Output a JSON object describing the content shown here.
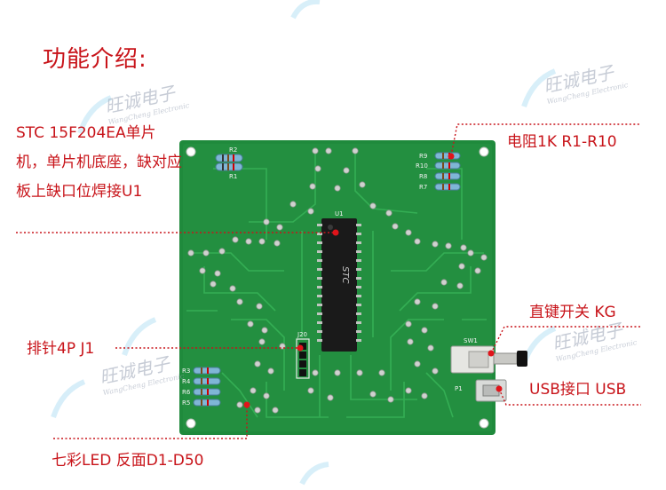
{
  "title": "功能介绍:",
  "labels": {
    "mcu": "STC 15F204EA单片机，单片机底座，缺对应板上缺口位焊接U1",
    "resistor": "电阻1K R1-R10",
    "switch": "直键开关 KG",
    "usb": "USB接口 USB",
    "header": "排针4P J1",
    "led": "七彩LED 反面D1-D50"
  },
  "watermark": {
    "brand": "旺诚电子",
    "sub": "WangCheng Electronic"
  },
  "silkscreen": {
    "u1": "U1",
    "chip": "STC",
    "j20": "J20",
    "sw1": "SW1",
    "p1": "P1",
    "r1": "R1",
    "r2": "R2",
    "r3": "R3",
    "r4": "R4",
    "r5": "R5",
    "r6": "R6",
    "r7": "R7",
    "r8": "R8",
    "r9": "R9",
    "r10": "R10"
  },
  "colors": {
    "label": "#c8141a",
    "pcb": "#1f8a3c",
    "trace": "#2fa84f",
    "pad": "#cfd2cf"
  }
}
